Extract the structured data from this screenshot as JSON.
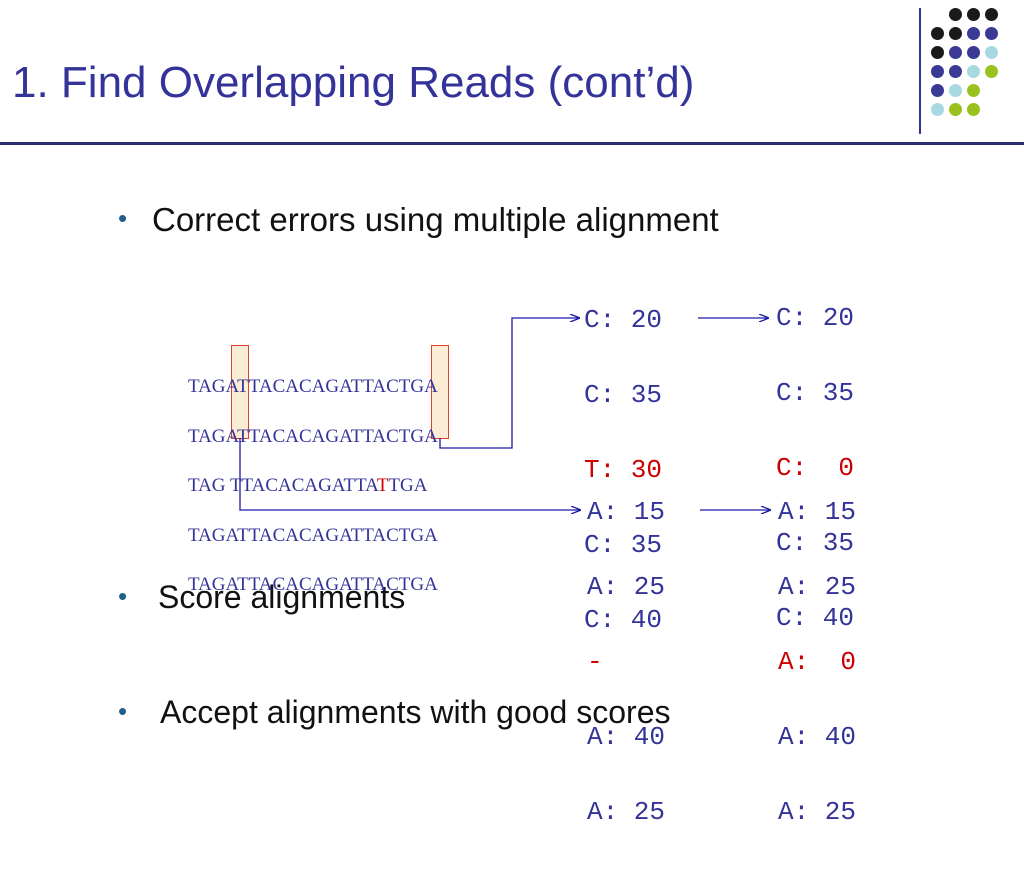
{
  "slide": {
    "title": "1. Find Overlapping Reads (cont’d)",
    "bullets": [
      "Correct errors using multiple alignment",
      "Score alignments",
      "Accept alignments with good scores"
    ],
    "bullet_mark": "•"
  },
  "alignment": {
    "reads": [
      {
        "pre": "TAG",
        "a": "A",
        "mid": "TTACACAGATTA",
        "b": "C",
        "post": "TGA"
      },
      {
        "pre": "TAG",
        "a": "A",
        "mid": "TTACACAGATTA",
        "b": "C",
        "post": "TGA"
      },
      {
        "pre": "TAG",
        "a": " ",
        "mid": "TTACACAGATTA",
        "b": "T",
        "post": "TGA"
      },
      {
        "pre": "TAG",
        "a": "A",
        "mid": "TTACACAGATTA",
        "b": "C",
        "post": "TGA"
      },
      {
        "pre": "TAG",
        "a": "A",
        "mid": "TTACACAGATTA",
        "b": "C",
        "post": "TGA"
      }
    ]
  },
  "scores": {
    "c_before": [
      {
        "text": "C: 20",
        "error": false
      },
      {
        "text": "C: 35",
        "error": false
      },
      {
        "text": "T: 30",
        "error": true
      },
      {
        "text": "C: 35",
        "error": false
      },
      {
        "text": "C: 40",
        "error": false
      }
    ],
    "c_after": [
      {
        "text": "C: 20",
        "error": false
      },
      {
        "text": "C: 35",
        "error": false
      },
      {
        "text": "C:  0",
        "error": true
      },
      {
        "text": "C: 35",
        "error": false
      },
      {
        "text": "C: 40",
        "error": false
      }
    ],
    "a_before": [
      {
        "text": "A: 15",
        "error": false
      },
      {
        "text": "A: 25",
        "error": false
      },
      {
        "text": "-",
        "error": true
      },
      {
        "text": "A: 40",
        "error": false
      },
      {
        "text": "A: 25",
        "error": false
      }
    ],
    "a_after": [
      {
        "text": "A: 15",
        "error": false
      },
      {
        "text": "A: 25",
        "error": false
      },
      {
        "text": "A:  0",
        "error": true
      },
      {
        "text": "A: 40",
        "error": false
      },
      {
        "text": "A: 25",
        "error": false
      }
    ]
  },
  "colors": {
    "title": "#333399",
    "text": "#333399",
    "error": "#cc0000",
    "bullet": "#1f5f8b",
    "arrow": "#1a1aa6",
    "dots": [
      "#1a1a1a",
      "#3a3a96",
      "#a8d8e0",
      "#99c21e"
    ]
  }
}
